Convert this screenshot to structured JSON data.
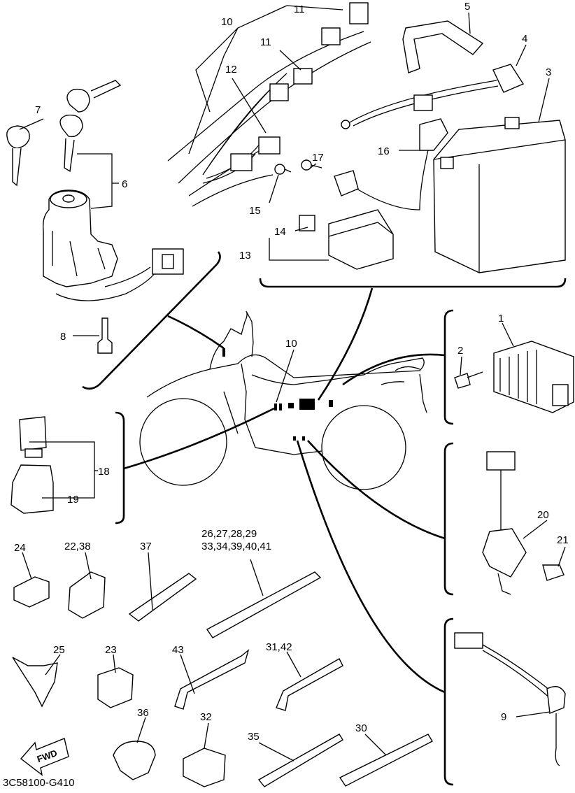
{
  "diagram": {
    "part_labels": {
      "p1": "1",
      "p2": "2",
      "p3": "3",
      "p4": "4",
      "p5": "5",
      "p6": "6",
      "p7": "7",
      "p8": "8",
      "p9": "9",
      "p10a": "10",
      "p10b": "10",
      "p11a": "11",
      "p11b": "11",
      "p12": "12",
      "p13": "13",
      "p14": "14",
      "p15": "15",
      "p16": "16",
      "p17": "17",
      "p18": "18",
      "p19": "19",
      "p20": "20",
      "p21": "21",
      "p22_38": "22,38",
      "p23": "23",
      "p24": "24",
      "p25": "25",
      "p26_29": "26,27,28,29",
      "p33_41": "33,34,39,40,41",
      "p30": "30",
      "p31_42": "31,42",
      "p32": "32",
      "p35": "35",
      "p36": "36",
      "p37": "37",
      "p43": "43"
    },
    "fwd_label": "FWD",
    "diagram_code": "3C58100-G410"
  }
}
